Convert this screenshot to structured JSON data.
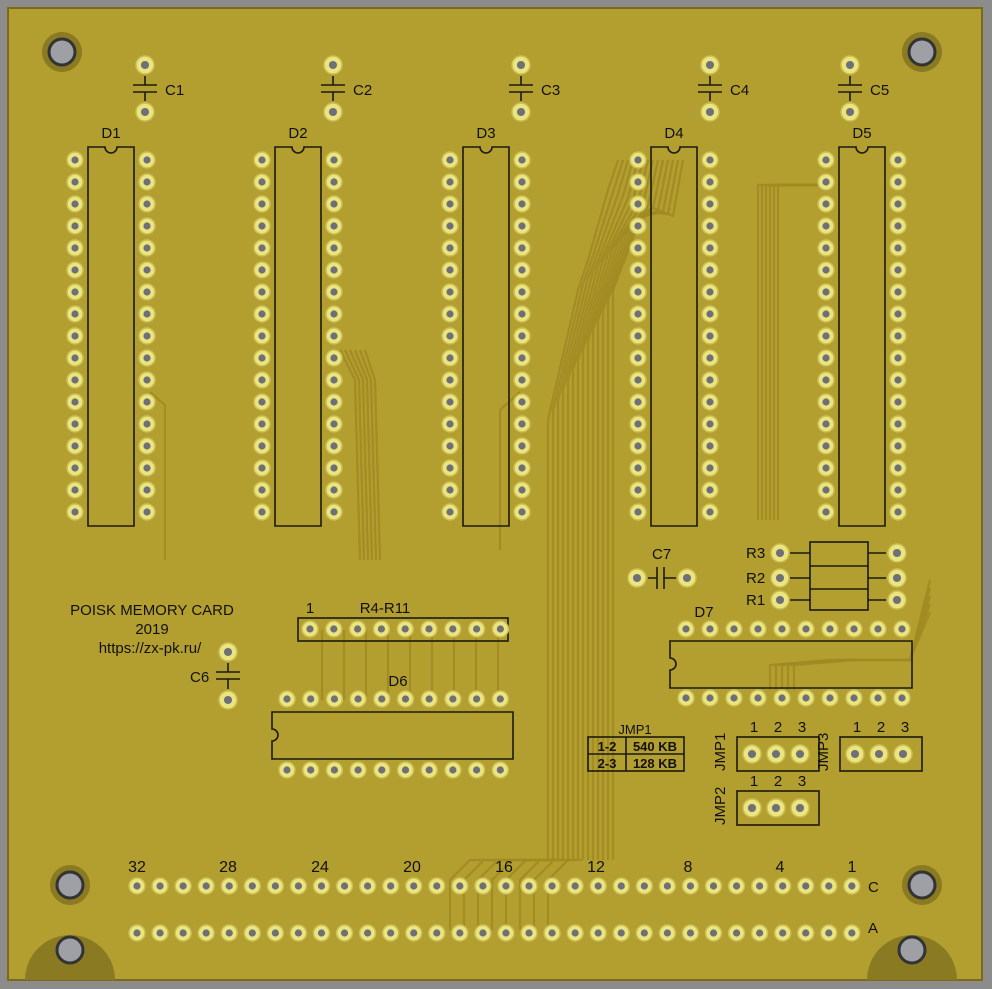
{
  "board": {
    "title": "POISK MEMORY CARD",
    "year": "2019",
    "url": "https://zx-pk.ru/",
    "colors": {
      "board": "#b39e30",
      "frame": "#8c8c8c",
      "pad": "#ece47e",
      "drill": "#6e7078",
      "silk": "#1a1a10"
    }
  },
  "chips": [
    "D1",
    "D2",
    "D3",
    "D4",
    "D5"
  ],
  "caps": [
    "C1",
    "C2",
    "C3",
    "C4",
    "C5"
  ],
  "c6": "C6",
  "c7": "C7",
  "resistors": [
    "R3",
    "R2",
    "R1"
  ],
  "d6": "D6",
  "d7": "D7",
  "rnet": {
    "label": "R4-R11",
    "pin1": "1"
  },
  "jumper_table": {
    "title": "JMP1",
    "rows": [
      [
        "1-2",
        "540 KB"
      ],
      [
        "2-3",
        "128 KB"
      ]
    ]
  },
  "jumpers": [
    {
      "name": "JMP1",
      "pins": [
        "1",
        "2",
        "3"
      ]
    },
    {
      "name": "JMP2",
      "pins": [
        "1",
        "2",
        "3"
      ]
    },
    {
      "name": "JMP3",
      "pins": [
        "1",
        "2",
        "3"
      ]
    }
  ],
  "edge": {
    "pin_labels": [
      "32",
      "28",
      "24",
      "20",
      "16",
      "12",
      "8",
      "4",
      "1"
    ],
    "row_c": "C",
    "row_a": "A"
  }
}
